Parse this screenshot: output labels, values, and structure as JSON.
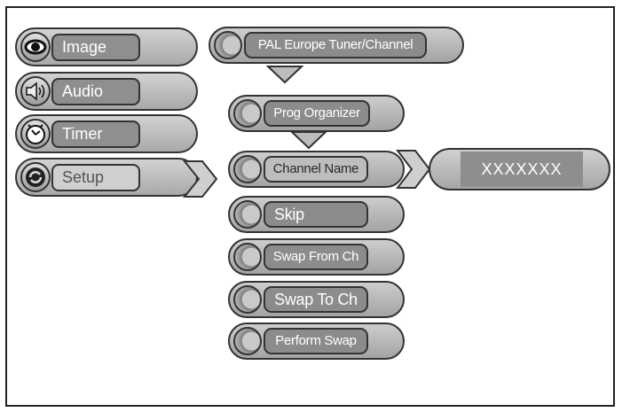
{
  "main_menu": {
    "items": [
      {
        "label": "Image",
        "icon": "eye-icon"
      },
      {
        "label": "Audio",
        "icon": "speaker-icon"
      },
      {
        "label": "Timer",
        "icon": "clock-icon"
      },
      {
        "label": "Setup",
        "icon": "refresh-icon"
      }
    ]
  },
  "tuner_header": {
    "label": "PAL Europe Tuner/Channel"
  },
  "prog_organizer": {
    "label": "Prog Organizer"
  },
  "submenu": {
    "items": [
      {
        "label": "Channel Name"
      },
      {
        "label": "Skip"
      },
      {
        "label": "Swap From Ch"
      },
      {
        "label": "Swap To Ch"
      },
      {
        "label": "Perform Swap"
      }
    ]
  },
  "channel_name_value": "XXXXXXX"
}
